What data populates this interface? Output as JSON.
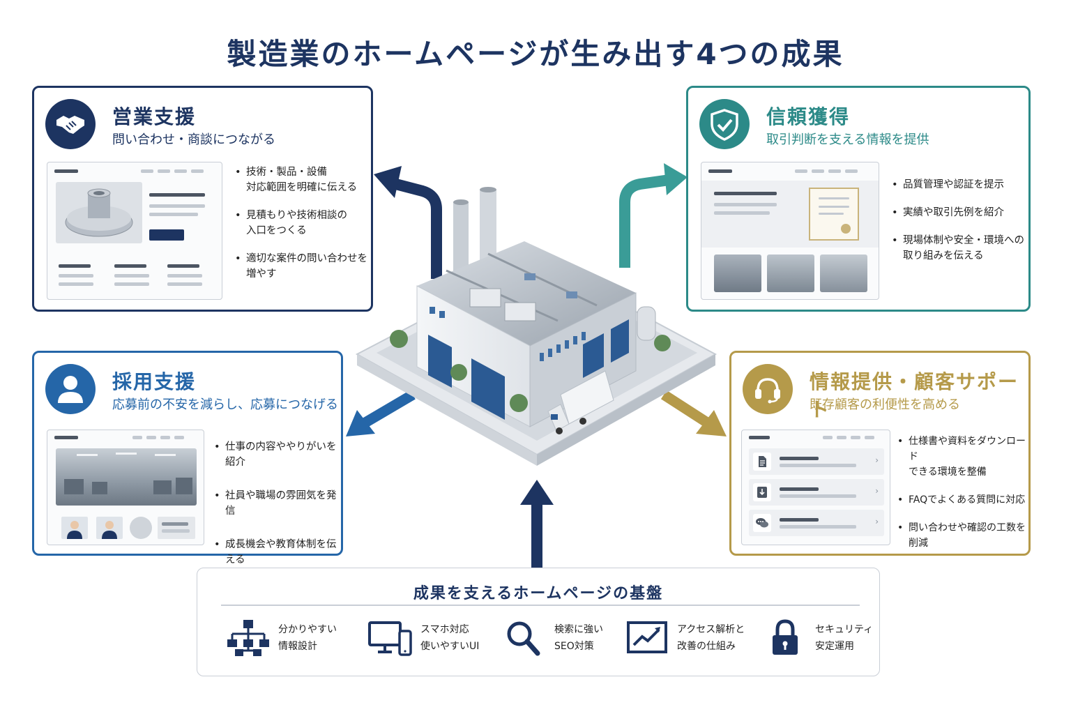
{
  "title": "製造業のホームページが生み出す4つの成果",
  "colors": {
    "navy": "#1d3461",
    "teal": "#2c8a88",
    "blue": "#2566a8",
    "gold": "#b59a4a"
  },
  "cards": {
    "sales": {
      "icon": "handshake-icon",
      "title": "営業支援",
      "subtitle": "問い合わせ・商談につながる",
      "points": [
        "技術・製品・設備\n対応範囲を明確に伝える",
        "見積もりや技術相談の\n入口をつくる",
        "適切な案件の問い合わせを\n増やす"
      ]
    },
    "trust": {
      "icon": "shield-check-icon",
      "title": "信頼獲得",
      "subtitle": "取引判断を支える情報を提供",
      "points": [
        "品質管理や認証を提示",
        "実績や取引先例を紹介",
        "現場体制や安全・環境への\n取り組みを伝える"
      ]
    },
    "recruit": {
      "icon": "person-icon",
      "title": "採用支援",
      "subtitle": "応募前の不安を減らし、応募につなげる",
      "points": [
        "仕事の内容ややりがいを紹介",
        "社員や職場の雰囲気を発信",
        "成長機会や教育体制を伝える"
      ]
    },
    "support": {
      "icon": "headset-icon",
      "title": "情報提供・顧客サポート",
      "subtitle": "既存顧客の利便性を高める",
      "points": [
        "仕様書や資料をダウンロード\nできる環境を整備",
        "FAQでよくある質問に対応",
        "問い合わせや確認の工数を\n削減"
      ]
    }
  },
  "foundation": {
    "title": "成果を支えるホームページの基盤",
    "items": [
      {
        "icon": "sitemap-icon",
        "label": "分かりやすい\n情報設計"
      },
      {
        "icon": "devices-icon",
        "label": "スマホ対応\n使いやすいUI"
      },
      {
        "icon": "search-icon",
        "label": "検索に強い\nSEO対策"
      },
      {
        "icon": "analytics-chart-icon",
        "label": "アクセス解析と\n改善の仕組み"
      },
      {
        "icon": "lock-icon",
        "label": "セキュリティ\n安定運用"
      }
    ]
  }
}
